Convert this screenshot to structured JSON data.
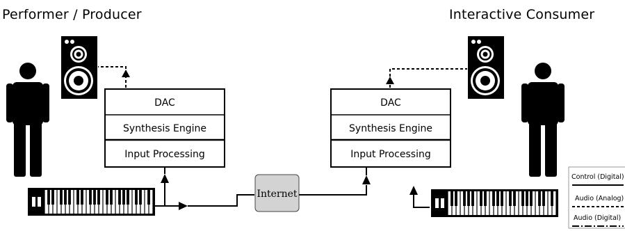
{
  "titles": {
    "left": "Performer / Producer",
    "right": "Interactive Consumer"
  },
  "blocks": {
    "left": [
      "DAC",
      "Synthesis Engine",
      "Input Processing"
    ],
    "right": [
      "DAC",
      "Synthesis Engine",
      "Input Processing"
    ]
  },
  "network": {
    "label": "Internet"
  },
  "legend": {
    "items": [
      {
        "label": "Control (Digital)",
        "style": "solid"
      },
      {
        "label": "Audio (Analog)",
        "style": "dashed"
      },
      {
        "label": "Audio (Digital)",
        "style": "dash-dot"
      }
    ]
  },
  "icons": [
    "person-icon",
    "speaker-icon",
    "keyboard-icon"
  ],
  "colors": {
    "ink": "#000000",
    "internet_box": "#d3d3d3",
    "background": "#ffffff"
  }
}
